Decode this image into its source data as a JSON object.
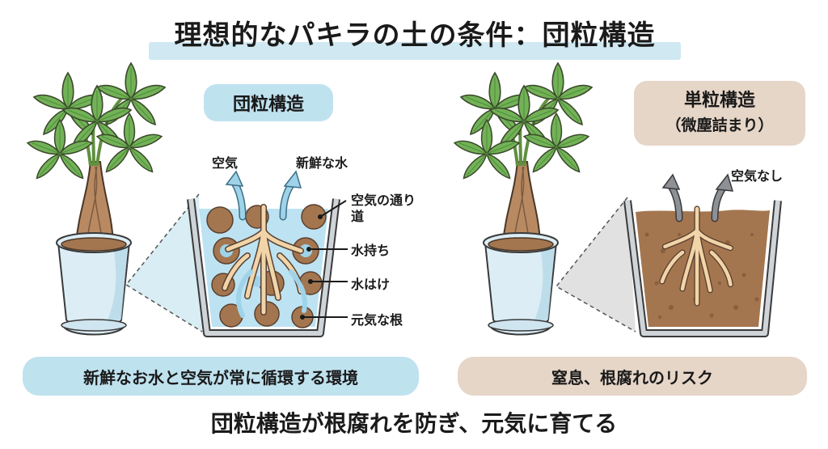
{
  "title": "理想的なパキラの土の条件：団粒構造",
  "left_panel": {
    "heading": "団粒構造",
    "arrow_labels": {
      "air": "空気",
      "fresh_water": "新鮮な水"
    },
    "callouts": [
      "空気の通り",
      "道",
      "水持ち",
      "水はけ",
      "元気な根"
    ],
    "caption": "新鮮なお水と空気が常に循環する環境"
  },
  "right_panel": {
    "heading": "単粒構造",
    "heading_sub": "（微塵詰まり）",
    "arrow_label": "空気なし",
    "caption": "窒息、根腐れのリスク"
  },
  "footer": "団粒構造が根腐れを防ぎ、元気に育てる",
  "colors": {
    "blue_pill": "#bfe2ef",
    "tan_pill": "#e6d6c8",
    "soil": "#a4764f",
    "water": "#9fd3ea",
    "leaf": "#6aa84f",
    "pot": "#dcedf5",
    "root": "#f1d4a8"
  }
}
